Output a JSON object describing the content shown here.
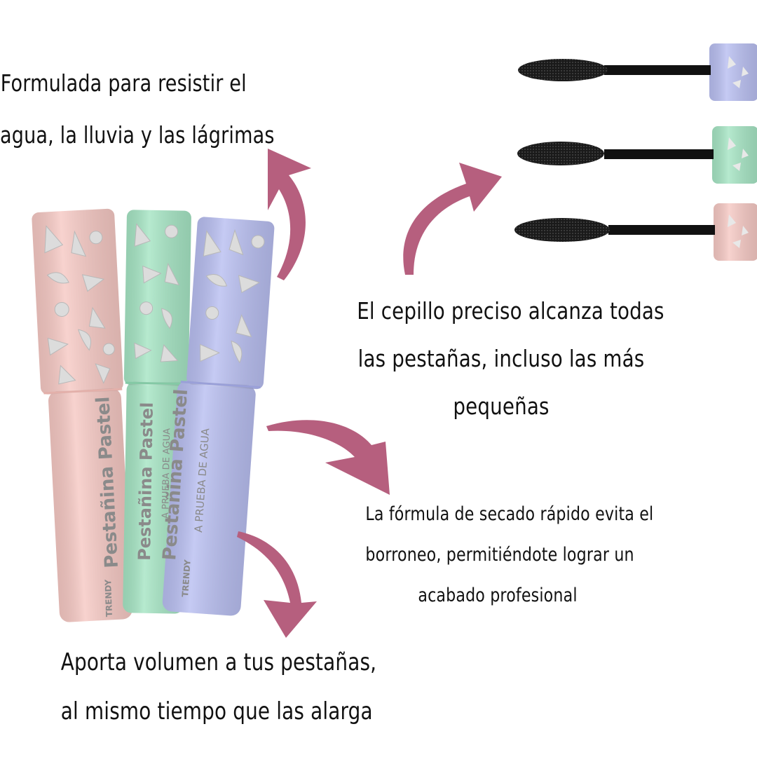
{
  "captions": {
    "water": {
      "line1": "Formulada para resistir el",
      "line2": "agua, la lluvia y las lágrimas"
    },
    "brush": {
      "line1": "El cepillo preciso alcanza todas",
      "line2": "las pestañas, incluso las más",
      "line3": "pequeñas"
    },
    "dry": {
      "line1": "La fórmula de secado rápido evita el",
      "line2": "borroneo, permitiéndote lograr un",
      "line3": "acabado profesional"
    },
    "volume": {
      "line1": "Aporta volumen a tus pestañas,",
      "line2": "al mismo tiempo que las alarga"
    }
  },
  "product": {
    "name": "Pestañina Pastel",
    "subtitle": "A PRUEBA DE AGUA",
    "brand": "TRENDY"
  },
  "colors": {
    "arrow": "#b65f7e",
    "pink": "#f6c9c4",
    "mint": "#a6e5c4",
    "lavender": "#b9bff1",
    "silver": "#d9d9d9"
  },
  "icons": {
    "arrows": "curved-arrow-icon",
    "tubes": "mascara-tube-icon",
    "wands": "mascara-wand-icon"
  }
}
